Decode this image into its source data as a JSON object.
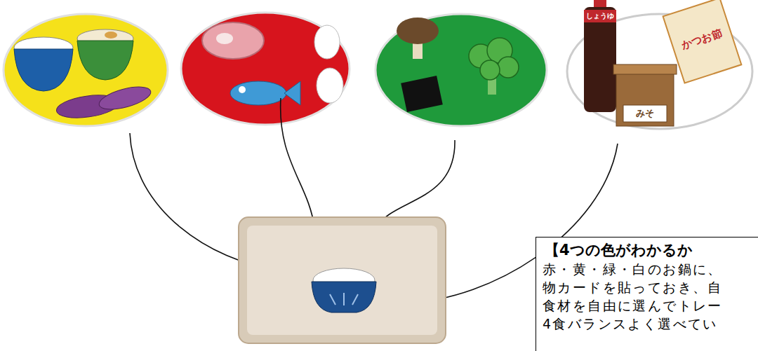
{
  "diagram": {
    "nodes": [
      {
        "text": [
          "【4つの色がわかるか",
          "赤・黄・緑・白のお鍋に、 物カードを貼っておき、自 食材を自由に選んでトレー 4食バランスよく選べてい"
        ]
      }
    ],
    "labels": [
      "しょうゆ",
      "かつお節",
      "みそ"
    ]
  }
}
